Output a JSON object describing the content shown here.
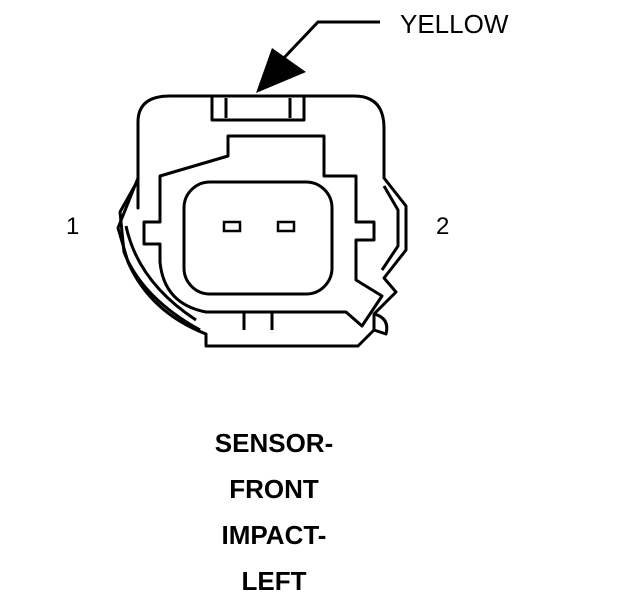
{
  "connector": {
    "wire_color_label": "YELLOW",
    "pin_labels": [
      "1",
      "2"
    ],
    "caption_lines": [
      "SENSOR-",
      "FRONT",
      "IMPACT-",
      "LEFT"
    ]
  },
  "colors": {
    "line": "#000000",
    "background": "#ffffff"
  }
}
